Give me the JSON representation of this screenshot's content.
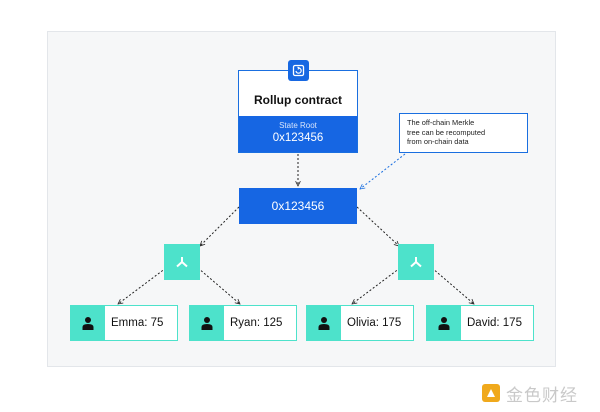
{
  "diagram": {
    "contract": {
      "title": "Rollup contract",
      "state_root_label": "State Root",
      "state_root_value": "0x123456",
      "icon": "sync-box-icon",
      "color": "#1666e3"
    },
    "callout": {
      "lines": [
        "The off-chain Merkle",
        "tree can be recomputed",
        "from on-chain data"
      ]
    },
    "root_node": {
      "value": "0x123456"
    },
    "branch_icon": "merge-branch-icon",
    "leaf_icon": "user-icon",
    "leaf_color": "#4de2cb",
    "leaves": [
      {
        "label": "Emma: 75"
      },
      {
        "label": "Ryan: 125"
      },
      {
        "label": "Olivia: 175"
      },
      {
        "label": "David: 175"
      }
    ]
  },
  "watermark": {
    "text": "金色财经",
    "logo_color": "#f0a91c"
  }
}
